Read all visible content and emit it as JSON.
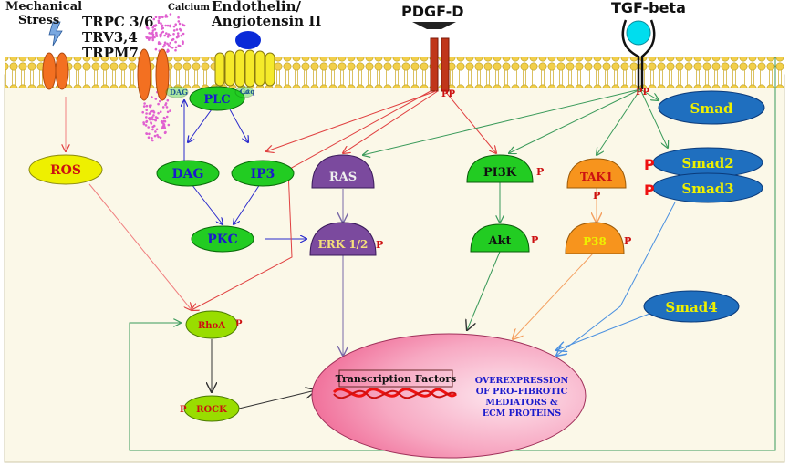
{
  "stimuli": {
    "mechanical_stress": [
      "Mechanical",
      "Stress"
    ],
    "calcium": "Calcium",
    "channels": [
      "TRPC 3/6",
      "TRV3,4",
      "TRPM7"
    ],
    "endothelin": [
      "Endothelin/",
      "Angiotensin II"
    ],
    "pdgf": "PDGF-D",
    "tgf": "TGF-beta"
  },
  "membrane": {
    "dag_small": "DAG",
    "gaq": "Gαq",
    "pdgf_pp": "PP",
    "tgf_pp": "PP"
  },
  "nodes": {
    "plc": "PLC",
    "dag": "DAG",
    "ip3": "IP3",
    "pkc": "PKC",
    "ros": "ROS",
    "ras": "RAS",
    "erk": "ERK 1/2",
    "pi3k": "PI3K",
    "akt": "Akt",
    "tak1": "TAK1",
    "p38": "P38",
    "smad": "Smad",
    "smad2": "Smad2",
    "smad3": "Smad3",
    "smad4": "Smad4",
    "rhoa": "RhoA",
    "rock": "ROCK"
  },
  "phospho_mark": "P",
  "phospho_big": "P",
  "nucleus": {
    "tf_label": "Transcription Factors",
    "output": [
      "OVEREXPRESSION",
      "OF PRO-FIBROTIC",
      "MEDIATORS &",
      "ECM PROTEINS"
    ]
  },
  "colors": {
    "membrane": "#f5d76e",
    "cytoplasm": "#fbf8e8",
    "green_node": "#22cc22",
    "purple_node": "#7b4a9e",
    "orange_node": "#f7941d",
    "blue_node": "#1f6fbf",
    "yellow_node": "#eef000",
    "nucleus": "#f07aa0"
  }
}
